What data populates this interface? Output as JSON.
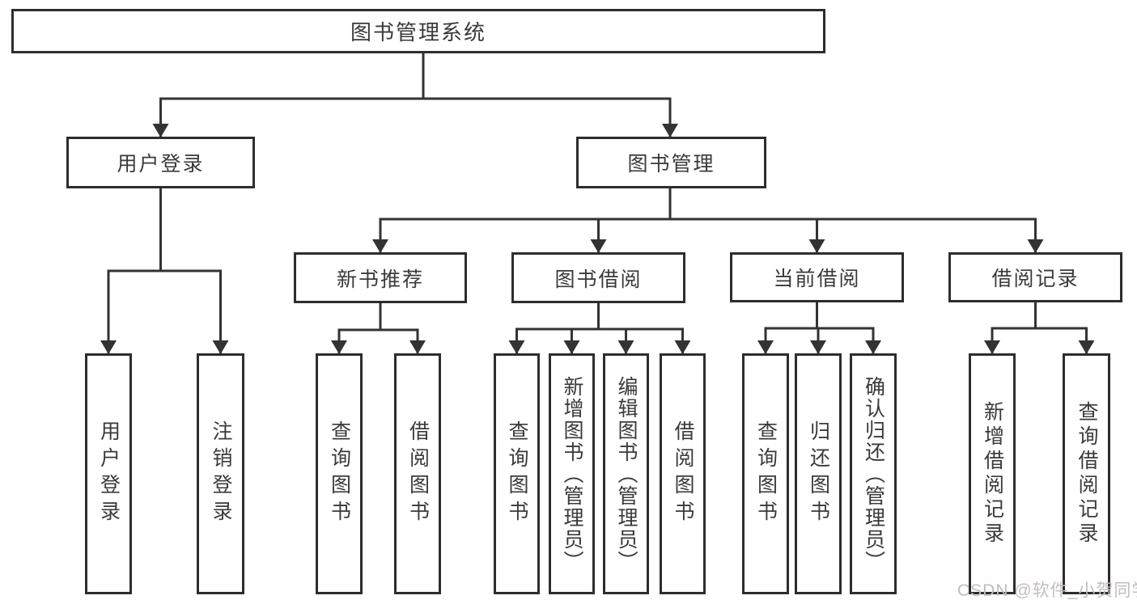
{
  "tree": {
    "root": {
      "label": "图书管理系统"
    },
    "branches": [
      {
        "label": "用户登录",
        "children": [
          {
            "label": "用户登录"
          },
          {
            "label": "注销登录"
          }
        ]
      },
      {
        "label": "图书管理",
        "children": [
          {
            "label": "新书推荐",
            "children": [
              {
                "label": "查询图书"
              },
              {
                "label": "借阅图书"
              }
            ]
          },
          {
            "label": "图书借阅",
            "children": [
              {
                "label": "查询图书"
              },
              {
                "label": "新增图书（管理员）"
              },
              {
                "label": "编辑图书（管理员）"
              },
              {
                "label": "借阅图书"
              }
            ]
          },
          {
            "label": "当前借阅",
            "children": [
              {
                "label": "查询图书"
              },
              {
                "label": "归还图书"
              },
              {
                "label": "确认归还（管理员）"
              }
            ]
          },
          {
            "label": "借阅记录",
            "children": [
              {
                "label": "新增借阅记录"
              },
              {
                "label": "查询借阅记录"
              }
            ]
          }
        ]
      }
    ]
  },
  "watermark": {
    "text": "CSDN @软件_小贺同学"
  },
  "colors": {
    "line": "#333333",
    "box_border": "#2d2d2d",
    "text": "#3a3a3a",
    "background": "#ffffff",
    "watermark": "#c4bcbc"
  }
}
